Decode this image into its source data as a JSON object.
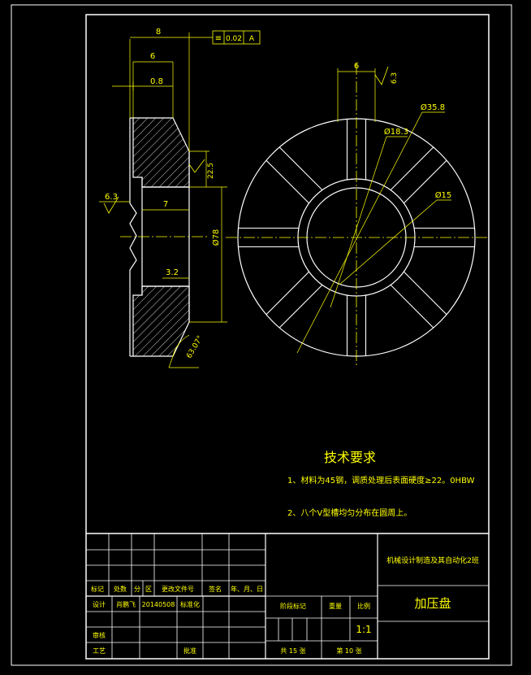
{
  "colors": {
    "background": "#000000",
    "frame": "#ffffff",
    "geometry": "#ffffff",
    "dimension": "#ffff00",
    "text": "#ffff00",
    "centerline": "#ffff00"
  },
  "section_view": {
    "dims": {
      "d_8": "8",
      "d_6": "6",
      "d_0_8": "0.8",
      "d_7": "7",
      "d_3_2": "3.2",
      "d_22_5": "22.5",
      "d_78": "Ø78",
      "rough_6_3": "6.3",
      "angle": "63.07°"
    },
    "tolerance": {
      "symbol": "≡",
      "value": "0.02",
      "datum": "A"
    }
  },
  "front_view": {
    "dims": {
      "d_6": "6",
      "rough_6_3": "6.3",
      "d_35_8": "Ø35.8",
      "d_18_3": "Ø18.3",
      "d_15": "Ø15"
    }
  },
  "requirements": {
    "title": "技术要求",
    "items": [
      "1、材料为45钢，调质处理后表面硬度≥22。0HBW",
      "2、八个V型槽均匀分布在圆周上。"
    ]
  },
  "title_block": {
    "header": [
      "标记",
      "处数",
      "分",
      "区",
      "更改文件号",
      "签名",
      "年、月、日"
    ],
    "design_label": "设计",
    "designer": "肖鹏飞",
    "date": "20140508",
    "standard_label": "标准化",
    "review_label": "审核",
    "process_label": "工艺",
    "approve_label": "批准",
    "org": "机械设计制造及其自动化2班",
    "part_name": "加压盘",
    "stage_label": "阶段标记",
    "weight_label": "重量",
    "scale_label": "比例",
    "scale": "1:1",
    "sheets_total": "共 15 张",
    "sheet_num": "第 10 张"
  }
}
